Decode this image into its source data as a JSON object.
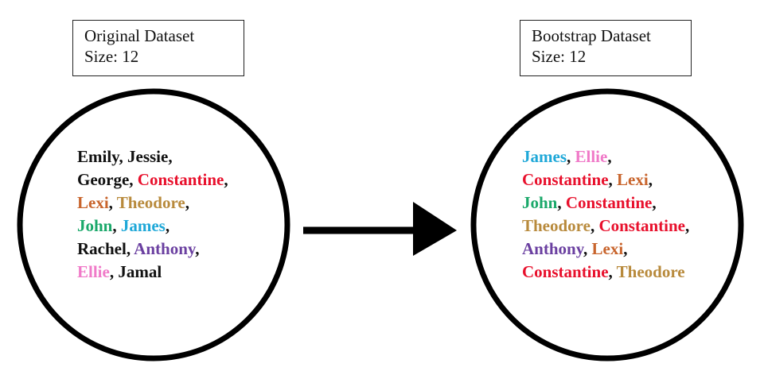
{
  "colors": {
    "black": "#111111",
    "red": "#e8102c",
    "brown": "#c8642c",
    "tan": "#b88a3c",
    "green": "#1aa86a",
    "cyan": "#1fa8d8",
    "purple": "#6a3fa0",
    "pink": "#f07ac8"
  },
  "original": {
    "title": "Original Dataset",
    "size": "Size: 12",
    "rows": [
      [
        {
          "text": "Emily",
          "color": "black"
        },
        {
          "text": "Jessie",
          "color": "black"
        }
      ],
      [
        {
          "text": "George",
          "color": "black"
        },
        {
          "text": "Constantine",
          "color": "red"
        }
      ],
      [
        {
          "text": "Lexi",
          "color": "brown"
        },
        {
          "text": "Theodore",
          "color": "tan"
        }
      ],
      [
        {
          "text": "John",
          "color": "green"
        },
        {
          "text": "James",
          "color": "cyan"
        }
      ],
      [
        {
          "text": "Rachel",
          "color": "black"
        },
        {
          "text": "Anthony",
          "color": "purple"
        }
      ],
      [
        {
          "text": "Ellie",
          "color": "pink"
        },
        {
          "text": "Jamal",
          "color": "black"
        }
      ]
    ]
  },
  "bootstrap": {
    "title": "Bootstrap Dataset",
    "size": "Size: 12",
    "rows": [
      [
        {
          "text": "James",
          "color": "cyan"
        },
        {
          "text": "Ellie",
          "color": "pink"
        }
      ],
      [
        {
          "text": "Constantine",
          "color": "red"
        },
        {
          "text": "Lexi",
          "color": "brown"
        }
      ],
      [
        {
          "text": "John",
          "color": "green"
        },
        {
          "text": "Constantine",
          "color": "red"
        }
      ],
      [
        {
          "text": "Theodore",
          "color": "tan"
        },
        {
          "text": "Constantine",
          "color": "red"
        }
      ],
      [
        {
          "text": "Anthony",
          "color": "purple"
        },
        {
          "text": "Lexi",
          "color": "brown"
        }
      ],
      [
        {
          "text": "Constantine",
          "color": "red"
        },
        {
          "text": "Theodore",
          "color": "tan"
        }
      ]
    ]
  }
}
